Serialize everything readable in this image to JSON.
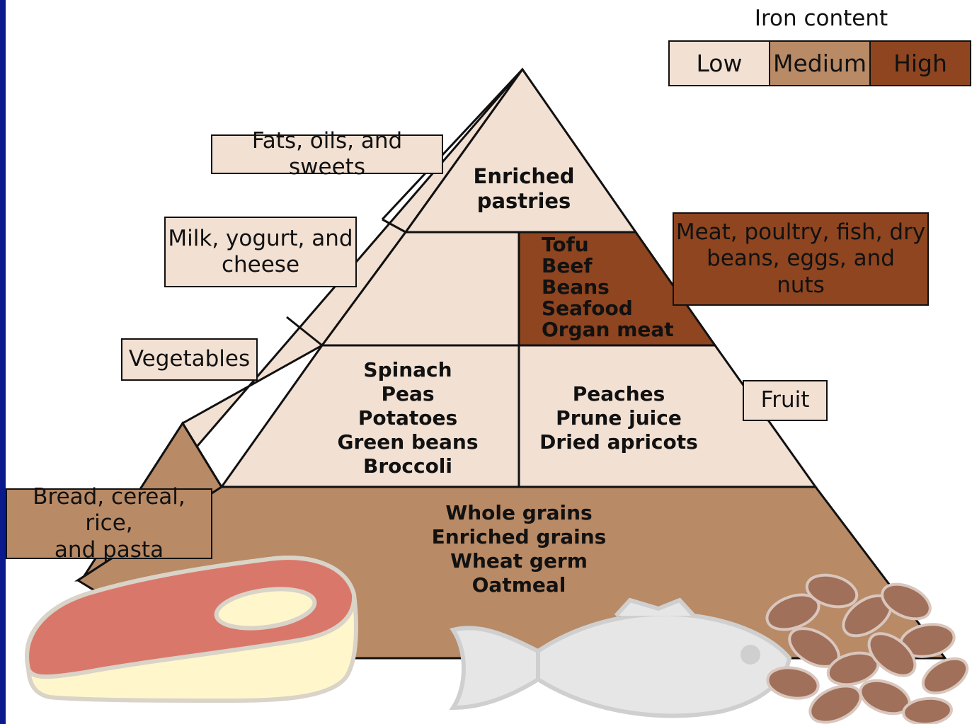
{
  "legend": {
    "title": "Iron content",
    "levels": [
      {
        "label": "Low",
        "color": "#f2e0d2"
      },
      {
        "label": "Medium",
        "color": "#b88a66"
      },
      {
        "label": "High",
        "color": "#8e4520"
      }
    ]
  },
  "groups": {
    "fats": "Fats, oils, and sweets",
    "milk": "Milk, yogurt, and\ncheese",
    "meat": "Meat, poultry, fish, dry\nbeans, eggs, and\nnuts",
    "vegetables": "Vegetables",
    "fruit": "Fruit",
    "bread": "Bread, cereal, rice,\nand pasta"
  },
  "foods": {
    "top": [
      "Enriched",
      "pastries"
    ],
    "meat": [
      "Tofu",
      "Beef",
      "Beans",
      "Seafood",
      "Organ meat"
    ],
    "vegetables": [
      "Spinach",
      "Peas",
      "Potatoes",
      "Green beans",
      "Broccoli"
    ],
    "fruit": [
      "Peaches",
      "Prune juice",
      "Dried apricots"
    ],
    "grains": [
      "Whole grains",
      "Enriched grains",
      "Wheat germ",
      "Oatmeal"
    ]
  },
  "illustrations": [
    "steak-icon",
    "fish-icon",
    "beans-icon"
  ]
}
